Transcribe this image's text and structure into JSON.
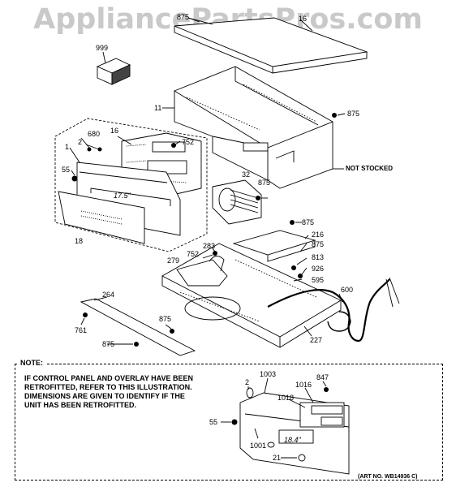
{
  "watermark": "AppliancePartsPros.com",
  "parts": {
    "p875_top": "875",
    "p16_top": "16",
    "p999": "999",
    "p11": "11",
    "p875_r1": "875",
    "not_stocked": "NOT STOCKED",
    "p680": "680",
    "p2": "2",
    "p16": "16",
    "p752_a": "752",
    "p1": "1",
    "p55": "55",
    "p32": "32",
    "p875_mid": "875",
    "dim": "17.5\"",
    "p875_r2": "875",
    "p18": "18",
    "p216": "216",
    "p875_r3": "875",
    "p283": "283",
    "p752_b": "752",
    "p813": "813",
    "p279": "279",
    "p926": "926",
    "p595": "595",
    "p600": "600",
    "p264": "264",
    "p875_bl": "875",
    "p761": "761",
    "p227": "227",
    "p875_b": "875"
  },
  "note": {
    "title": "NOTE:",
    "lines": [
      "IF CONTROL PANEL AND OVERLAY HAVE BEEN",
      "RETROFITTED, REFER TO THIS ILLUSTRATION.",
      "DIMENSIONS ARE GIVEN TO IDENTIFY IF THE",
      "UNIT HAS BEEN RETROFITTED."
    ],
    "parts": {
      "p2": "2",
      "p1003": "1003",
      "p847": "847",
      "p1016": "1016",
      "p1018": "1018",
      "p55": "55",
      "p1001": "1001",
      "p21": "21",
      "dim": "18.4\""
    }
  },
  "art_no": "(ART NO. WB14936 C)"
}
